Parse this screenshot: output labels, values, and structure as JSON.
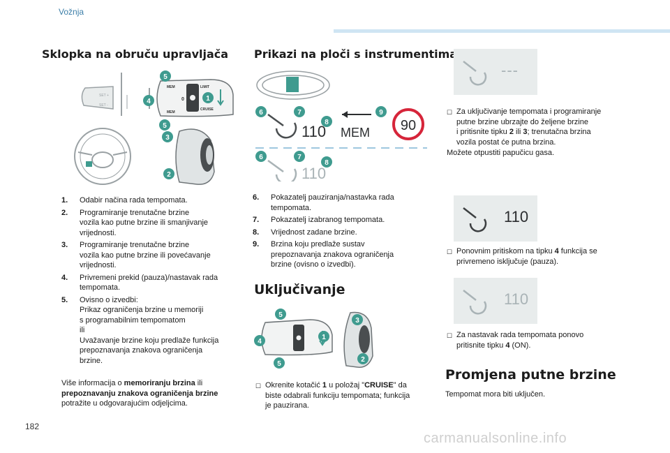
{
  "header": {
    "section": "Vožnja"
  },
  "col1": {
    "title": "Sklopka na obruču upravljača",
    "callouts": [
      "1",
      "2",
      "3",
      "4",
      "5",
      "5"
    ],
    "stalk_labels": {
      "mem": "MEM",
      "limit": "LIMIT",
      "cruise": "CRUISE",
      "set_plus": "SET +",
      "set_minus": "SET -",
      "zero": "0"
    },
    "items": [
      {
        "num": "1.",
        "text": "Odabir načina rada tempomata."
      },
      {
        "num": "2.",
        "text": "Programiranje trenutačne brzine\nvozila kao putne brzine ili smanjivanje\nvrijednosti."
      },
      {
        "num": "3.",
        "text": "Programiranje trenutačne brzine\nvozila kao putne brzine ili povećavanje\nvrijednosti."
      },
      {
        "num": "4.",
        "text": "Privremeni prekid (pauza)/nastavak rada\ntempomata."
      },
      {
        "num": "5.",
        "text": "Ovisno o izvedbi:\nPrikaz ograničenja brzine u memoriji\ns programabilnim tempomatom\nili\nUvažavanje brzine koju predlaže funkcija\nprepoznavanja znakova ograničenja\nbrzine."
      }
    ],
    "note": {
      "prefix": "Više informacija o ",
      "bold1": "memoriranju brzina",
      "mid": " ili ",
      "bold2": "prepoznavanju znakova ograničenja brzine",
      "suffix": " potražite u odgovarajućim odjeljcima."
    }
  },
  "col2": {
    "title": "Prikazi na ploči s instrumentima",
    "display": {
      "speed_set": "110",
      "mem": "MEM",
      "suggested": "90",
      "speed_paused": "110",
      "callouts_top": [
        "6",
        "7",
        "8",
        "9"
      ],
      "callouts_bottom": [
        "6",
        "7",
        "8"
      ]
    },
    "items": [
      {
        "num": "6.",
        "text": "Pokazatelj pauziranja/nastavka rada\ntempomata."
      },
      {
        "num": "7.",
        "text": "Pokazatelj izabranog tempomata."
      },
      {
        "num": "8.",
        "text": "Vrijednost zadane brzine."
      },
      {
        "num": "9.",
        "text": "Brzina koju predlaže sustav\nprepoznavanja znakova ograničenja\nbrzine (ovisno o izvedbi)."
      }
    ],
    "subtitle": "Uključivanje",
    "stalk_callouts": [
      "1",
      "2",
      "3",
      "4",
      "5",
      "5"
    ],
    "bullet": {
      "pre": "Okrenite kotačić ",
      "b1": "1",
      "mid1": " u položaj \"",
      "b2": "CRUISE",
      "post": "\" da\nbiste odabrali funkciju tempomata; funkcija\nje pauzirana."
    }
  },
  "col3": {
    "panel1_value": "---",
    "bullet1": {
      "pre": "Za uključivanje tempomata i programiranje\nputne brzine ubrzajte do željene brzine\ni pritisnite tipku ",
      "b1": "2",
      "mid": " ili ",
      "b2": "3",
      "post": "; trenutačna brzina\nvozila postat će putna brzina."
    },
    "after1": "Možete otpustiti papučicu gasa.",
    "panel2_value": "110",
    "bullet2": {
      "pre": "Ponovnim pritiskom na tipku ",
      "b1": "4",
      "post": " funkcija se\nprivremeno isključuje (pauza)."
    },
    "panel3_value": "110",
    "bullet3": {
      "pre": "Za nastavak rada tempomata ponovo\npritisnite tipku ",
      "b1": "4",
      "post": " (ON)."
    },
    "title": "Promjena putne brzine",
    "text": "Tempomat mora biti uključen."
  },
  "footer": {
    "page": "182",
    "watermark": "carmanualsonline.info"
  },
  "colors": {
    "callout_green": "#3f9b8f",
    "accent_blue": "#3b7ea8",
    "dim_grey": "#a9b3b6"
  }
}
